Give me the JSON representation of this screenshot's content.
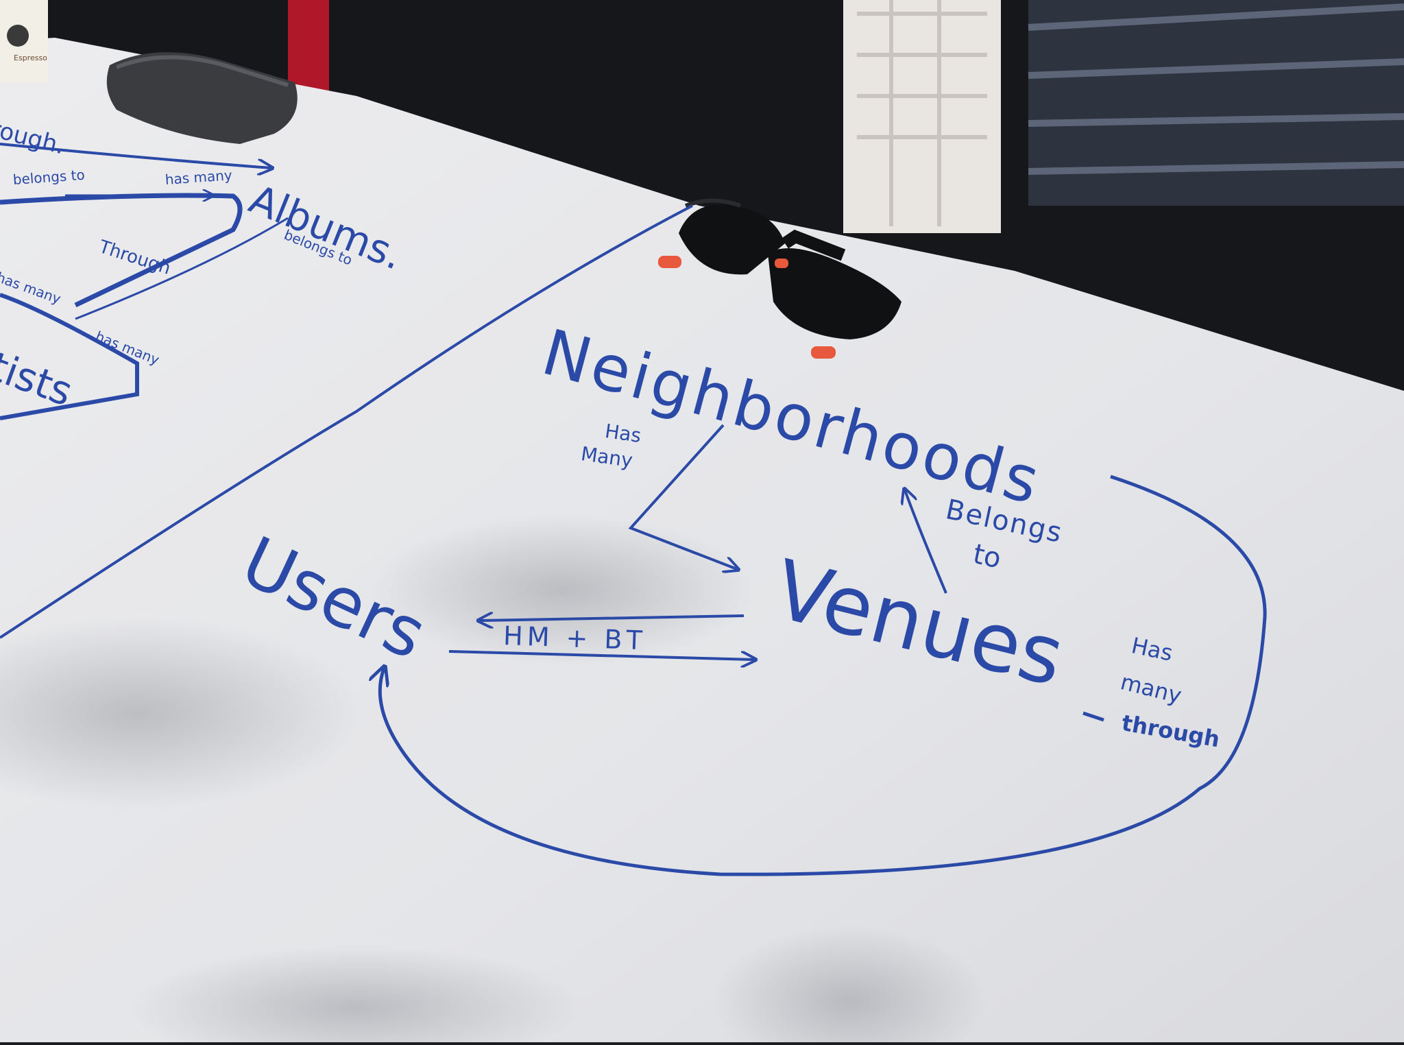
{
  "diagram": {
    "left_board": {
      "fragment_top": "rough.",
      "albums": "Albums.",
      "artists": "tists",
      "belongs_to_top": "belongs to",
      "has_many_top": "has many",
      "belongs_to_right": "belongs to",
      "through": "Through",
      "has_many_left": "has many",
      "has_many_bottom": "has many"
    },
    "main_board": {
      "neighborhoods": "Neighborhoods",
      "has_many_1": "Has",
      "has_many_2": "Many",
      "belongs_to_1": "Belongs",
      "belongs_to_2": "to",
      "users": "Users",
      "venues": "Venues",
      "hm_bt": "HM + BT",
      "has_many_through_1": "Has",
      "has_many_through_2": "many",
      "has_many_through_3": "through"
    },
    "mug_text": "Espresso",
    "ink_color": "#2b4aa8",
    "board_color": "#e6e7ea",
    "objects": [
      "eraser",
      "sunglasses",
      "mug"
    ]
  }
}
